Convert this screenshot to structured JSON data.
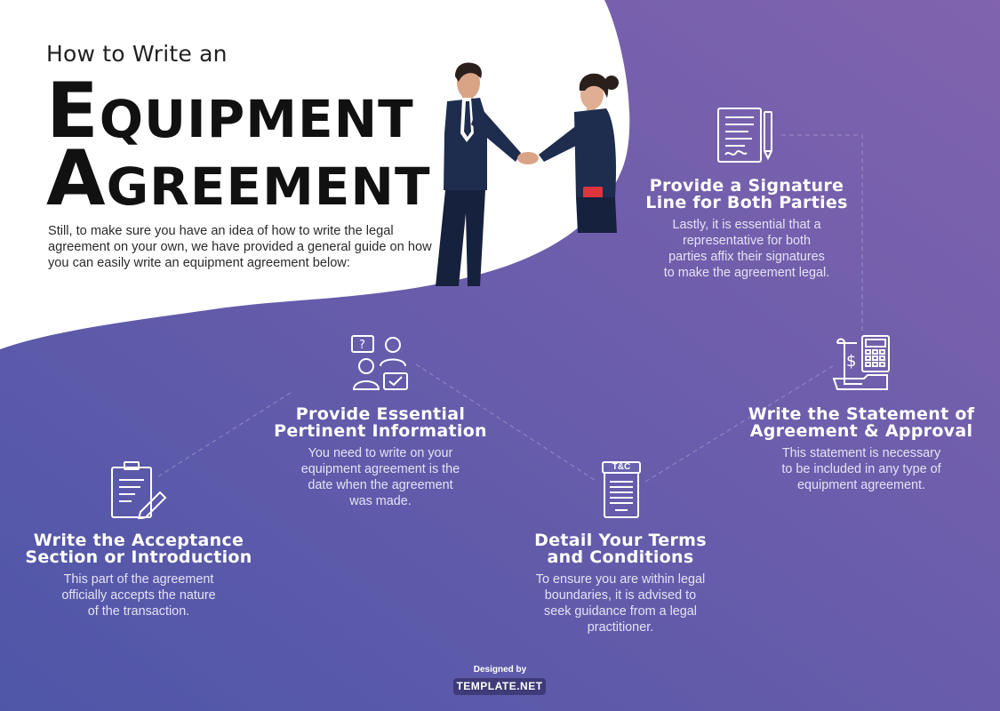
{
  "header": {
    "subtitle": "How to Write an",
    "title_line1_cap": "E",
    "title_line1_rest": "QUIPMENT",
    "title_line2_cap": "A",
    "title_line2_rest": "GREEMENT",
    "intro": "Still, to make sure you have an idea of how to write the legal agreement on your own, we have provided a general guide on how you can easily write an equipment agreement below:"
  },
  "steps": [
    {
      "icon": "clipboard-pencil-icon",
      "title_l1": "Write the Acceptance",
      "title_l2": "Section or Introduction",
      "body": [
        "This part of the agreement",
        "officially accepts the nature",
        "of the transaction."
      ]
    },
    {
      "icon": "people-discussion-icon",
      "title_l1": "Provide Essential",
      "title_l2": "Pertinent Information",
      "body": [
        "You need to write on your",
        "equipment agreement is the",
        "date when the agreement",
        "was made."
      ]
    },
    {
      "icon": "terms-document-icon",
      "icon_text": "T&C",
      "title_l1": "Detail Your Terms",
      "title_l2": "and Conditions",
      "body": [
        "To ensure you are within legal",
        "boundaries, it is advised to",
        "seek guidance from a legal",
        "practitioner."
      ]
    },
    {
      "icon": "calculator-receipt-icon",
      "title_l1": "Write the Statement of",
      "title_l2": "Agreement & Approval",
      "body": [
        "This statement is necessary",
        "to be included in any type of",
        "equipment agreement."
      ]
    },
    {
      "icon": "signature-document-icon",
      "title_l1": "Provide a Signature",
      "title_l2": "Line for Both Parties",
      "body": [
        "Lastly, it is essential that a",
        "representative for both",
        "parties affix their signatures",
        "to make the agreement legal."
      ]
    }
  ],
  "footer": {
    "designed_by": "Designed by",
    "brand": "TEMPLATE.NET"
  },
  "colors": {
    "gradient_left": "#4f56a8",
    "gradient_right": "#7e63ad",
    "white_panel": "#ffffff",
    "suit": "#1e2c4e",
    "folder": "#e0323f"
  }
}
